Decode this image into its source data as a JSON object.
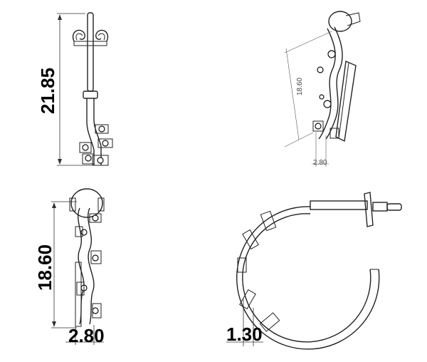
{
  "views": {
    "front_view": {
      "dimension_label": "21.85"
    },
    "perspective_view": {
      "height_label": "18.60",
      "width_label": "2.80"
    },
    "side_view": {
      "height_label": "18.60",
      "width_label": "2.80"
    },
    "top_view": {
      "thickness_label": "1.30"
    }
  },
  "colors": {
    "line": "#222222",
    "background": "#ffffff",
    "dimension_text": "#000000"
  }
}
